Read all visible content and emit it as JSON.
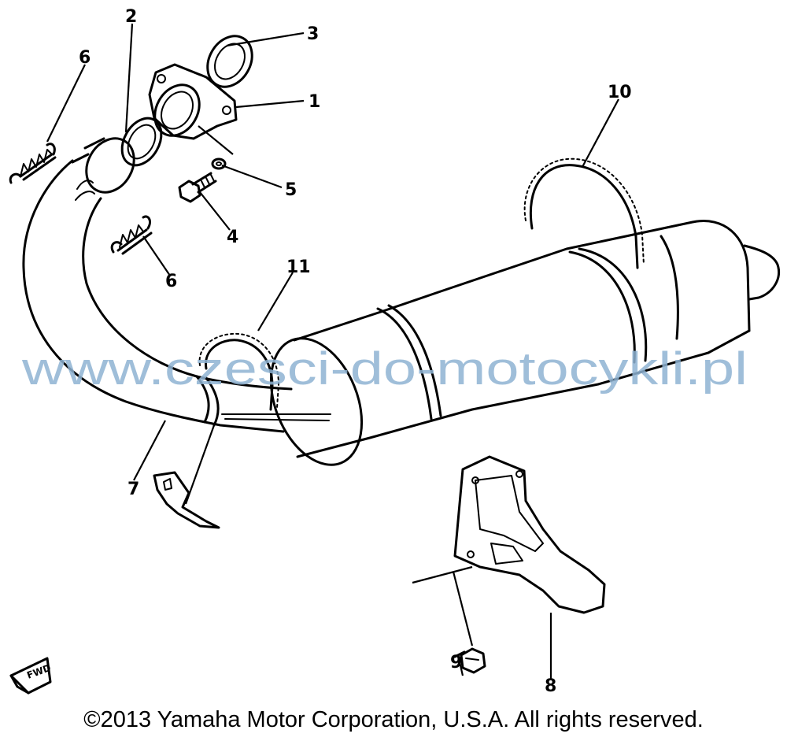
{
  "callouts": {
    "n1": "1",
    "n2": "2",
    "n3": "3",
    "n4": "4",
    "n5": "5",
    "n6a": "6",
    "n6b": "6",
    "n7": "7",
    "n8": "8",
    "n9": "9",
    "n10": "10",
    "n11": "11"
  },
  "fwd_label": "FWD",
  "watermark": "www.czesci-do-motocykli.pl",
  "copyright": "©2013 Yamaha Motor Corporation, U.S.A. All rights reserved.",
  "colors": {
    "ink": "#000000",
    "watermark": "#8fb3d3",
    "background": "#ffffff"
  }
}
